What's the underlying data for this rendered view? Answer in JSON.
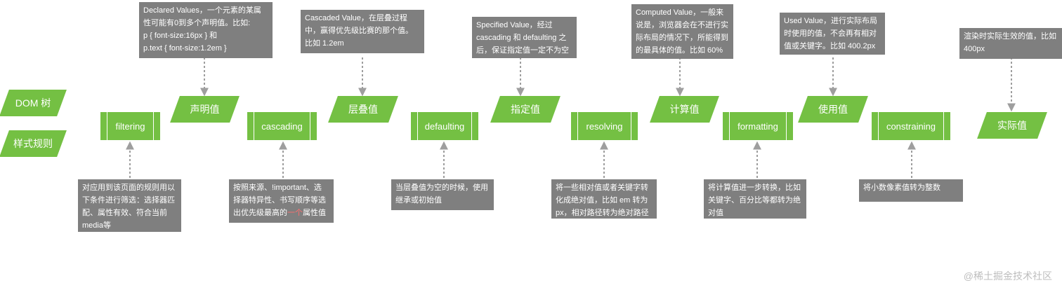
{
  "inputs": {
    "dom_tree": "DOM 树",
    "style_rules": "样式规则"
  },
  "processes": {
    "filtering": "filtering",
    "cascading": "cascading",
    "defaulting": "defaulting",
    "resolving": "resolving",
    "formatting": "formatting",
    "constraining": "constraining"
  },
  "values": {
    "declared": "声明值",
    "cascaded": "层叠值",
    "specified": "指定值",
    "computed": "计算值",
    "used": "使用值",
    "actual": "实际值"
  },
  "value_notes": {
    "declared": "Declared Values，一个元素的某属\n性可能有0到多个声明值。比如:\np { font-size:16px } 和\np.text { font-size:1.2em }",
    "cascaded": "Cascaded Value，在层叠过程\n中，赢得优先级比赛的那个值。\n比如 1.2em",
    "specified": "Specified Value，经过\ncascading 和 defaulting 之\n后，保证指定值一定不为空",
    "computed": "Computed Value，一般来\n说是，浏览器会在不进行实\n际布局的情况下，所能得到\n的最具体的值。比如 60%",
    "used": "Used Value，进行实际布局\n时使用的值，不会再有相对\n值或关键字。比如 400.2px",
    "actual": "渲染时实际生效的值，比如\n400px"
  },
  "process_notes": {
    "filtering": "对应用到该页面的规则用以\n下条件进行筛选：选择器匹\n配、属性有效、符合当前\nmedia等",
    "cascading_before": "按照来源、!important、选\n择器特异性、书写顺序等选\n出优先级最高的",
    "cascading_highlight": "一个",
    "cascading_after": "属性值",
    "defaulting": "当层叠值为空的时候，使用\n继承或初始值",
    "resolving": "将一些相对值或者关键字转\n化成绝对值，比如 em 转为\npx，相对路径转为绝对路径",
    "formatting": "将计算值进一步转换，比如\n关键字、百分比等都转为绝\n对值",
    "constraining": "将小数像素值转为整数"
  },
  "watermark": "@稀土掘金技术社区",
  "colors": {
    "green": "#74c043",
    "note_gray": "#7f7f7f",
    "connector": "#9e9e9e",
    "highlight": "#ff6f6f"
  }
}
